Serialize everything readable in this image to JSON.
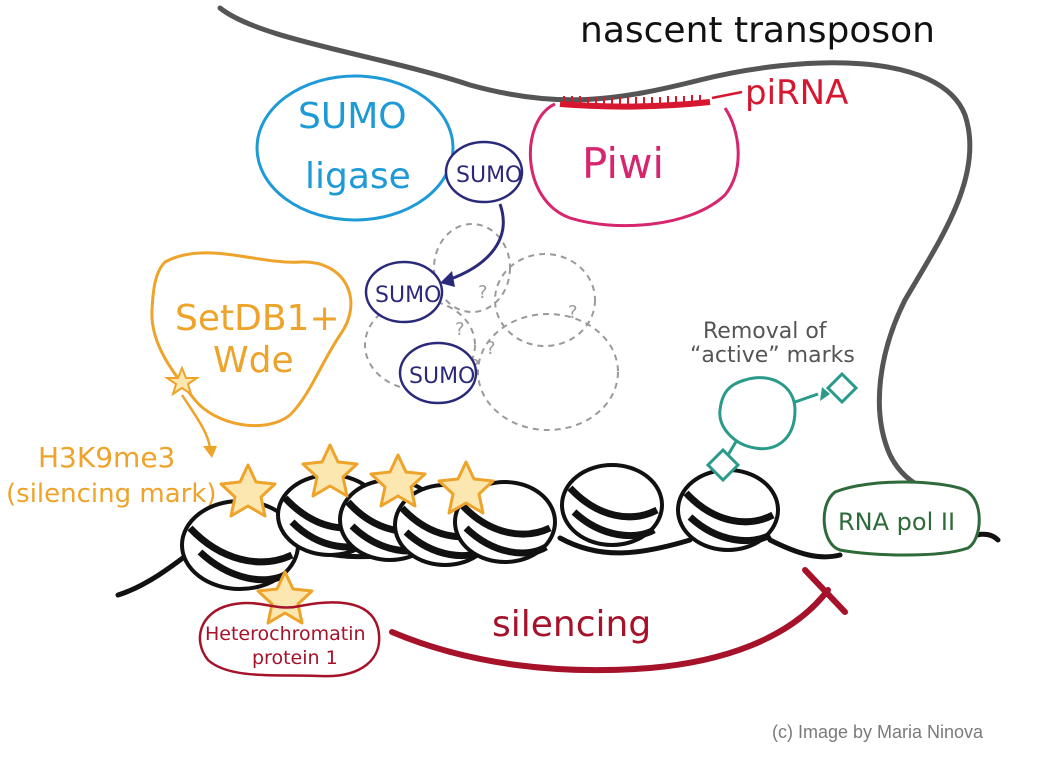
{
  "labels": {
    "rna_title": "nascent transposon",
    "pirna": "piRNA",
    "piwi": "Piwi",
    "sumo_ligase_line1": "SUMO",
    "sumo_ligase_line2": "ligase",
    "sumo_tag": "SUMO",
    "question": "?",
    "setdb1_line1": "SetDB1+",
    "setdb1_line2": "Wde",
    "h3k9_line1": "H3K9me3",
    "h3k9_line2": "(silencing mark)",
    "removal_line1": "Removal of",
    "removal_line2": "“active” marks",
    "rna_pol": "RNA pol II",
    "hp1_line1": "Heterochromatin",
    "hp1_line2": "protein 1",
    "silencing": "silencing",
    "credit": "(c) Image by Maria Ninova"
  },
  "colors": {
    "rna": "#555555",
    "sumo_ligase": "#1e9ad6",
    "sumo": "#2b2a7a",
    "piwi": "#d6266f",
    "pirna": "#d6172f",
    "setdb1": "#eea32b",
    "star_fill": "#fde7b0",
    "removal": "#2a9a8a",
    "rna_pol": "#2f6b3a",
    "silencing": "#a5122a",
    "unknown": "#9a9a9a",
    "credit": "#7a7a7a",
    "chromatin": "#111111"
  }
}
